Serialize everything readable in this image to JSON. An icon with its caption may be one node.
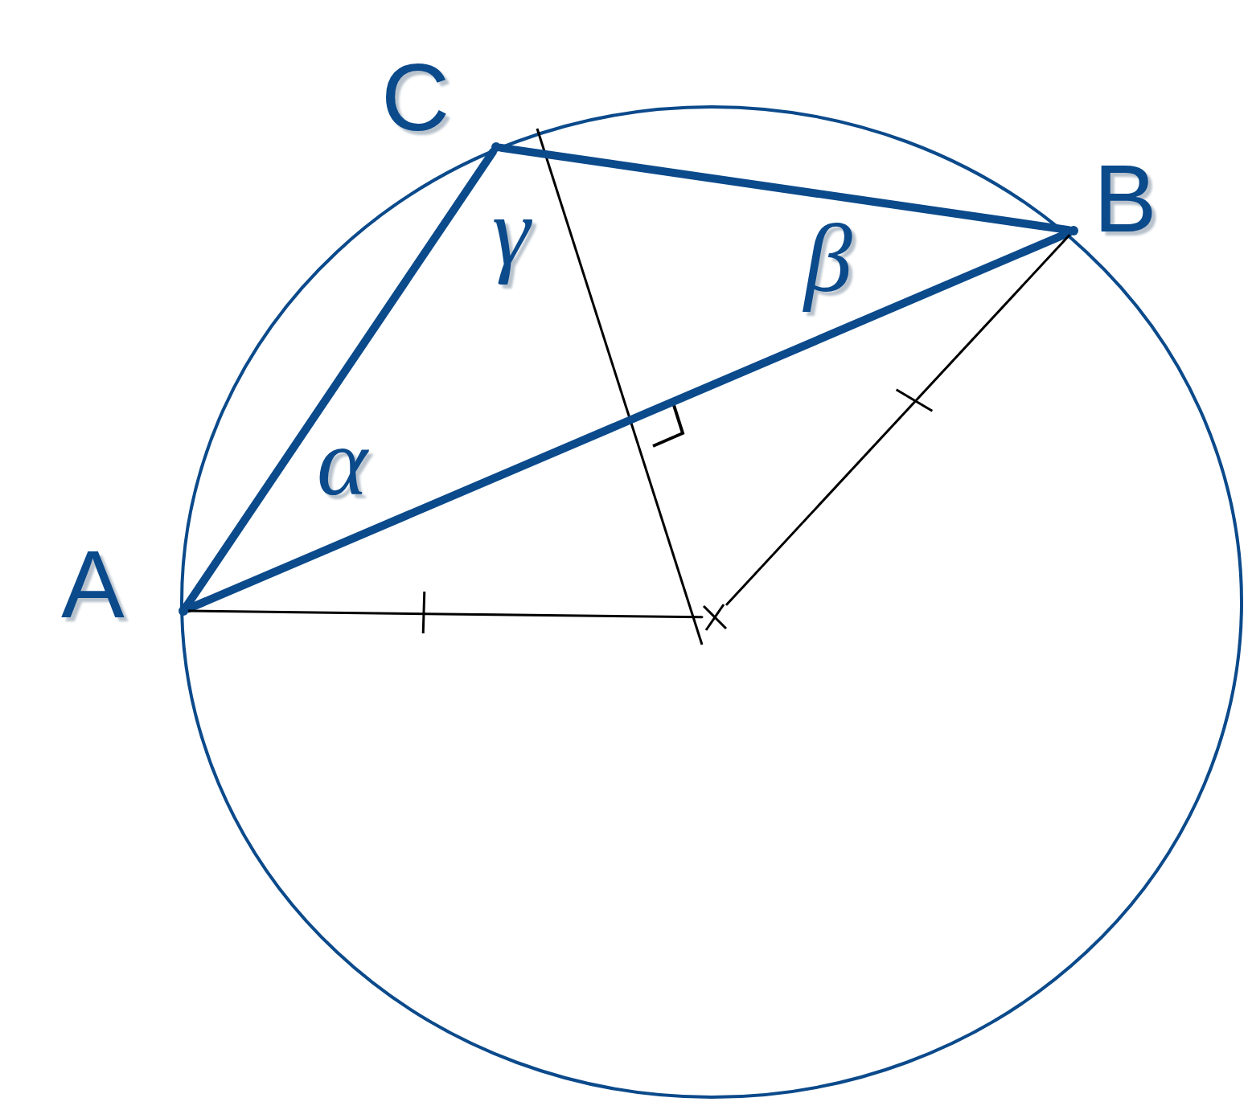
{
  "diagram": {
    "nodes": [
      {
        "text": [],
        "beside": [
          "A"
        ],
        "shape": "point"
      },
      {
        "text": [],
        "beside": [
          "C"
        ],
        "shape": "point"
      },
      {
        "text": [],
        "beside": [
          "B"
        ],
        "shape": "point"
      },
      {
        "text": [],
        "shape": "cross"
      }
    ],
    "edges": [
      {
        "from": 0,
        "to": 1,
        "arrow": "none"
      },
      {
        "from": 1,
        "to": 2,
        "arrow": "none"
      },
      {
        "from": 0,
        "to": 2,
        "arrow": "none"
      },
      {
        "from": 0,
        "to": 3,
        "arrow": "none",
        "color": "#000000"
      },
      {
        "from": 2,
        "to": 3,
        "arrow": "none",
        "color": "#000000"
      }
    ],
    "labels": [
      "γ",
      "β",
      "α"
    ]
  }
}
